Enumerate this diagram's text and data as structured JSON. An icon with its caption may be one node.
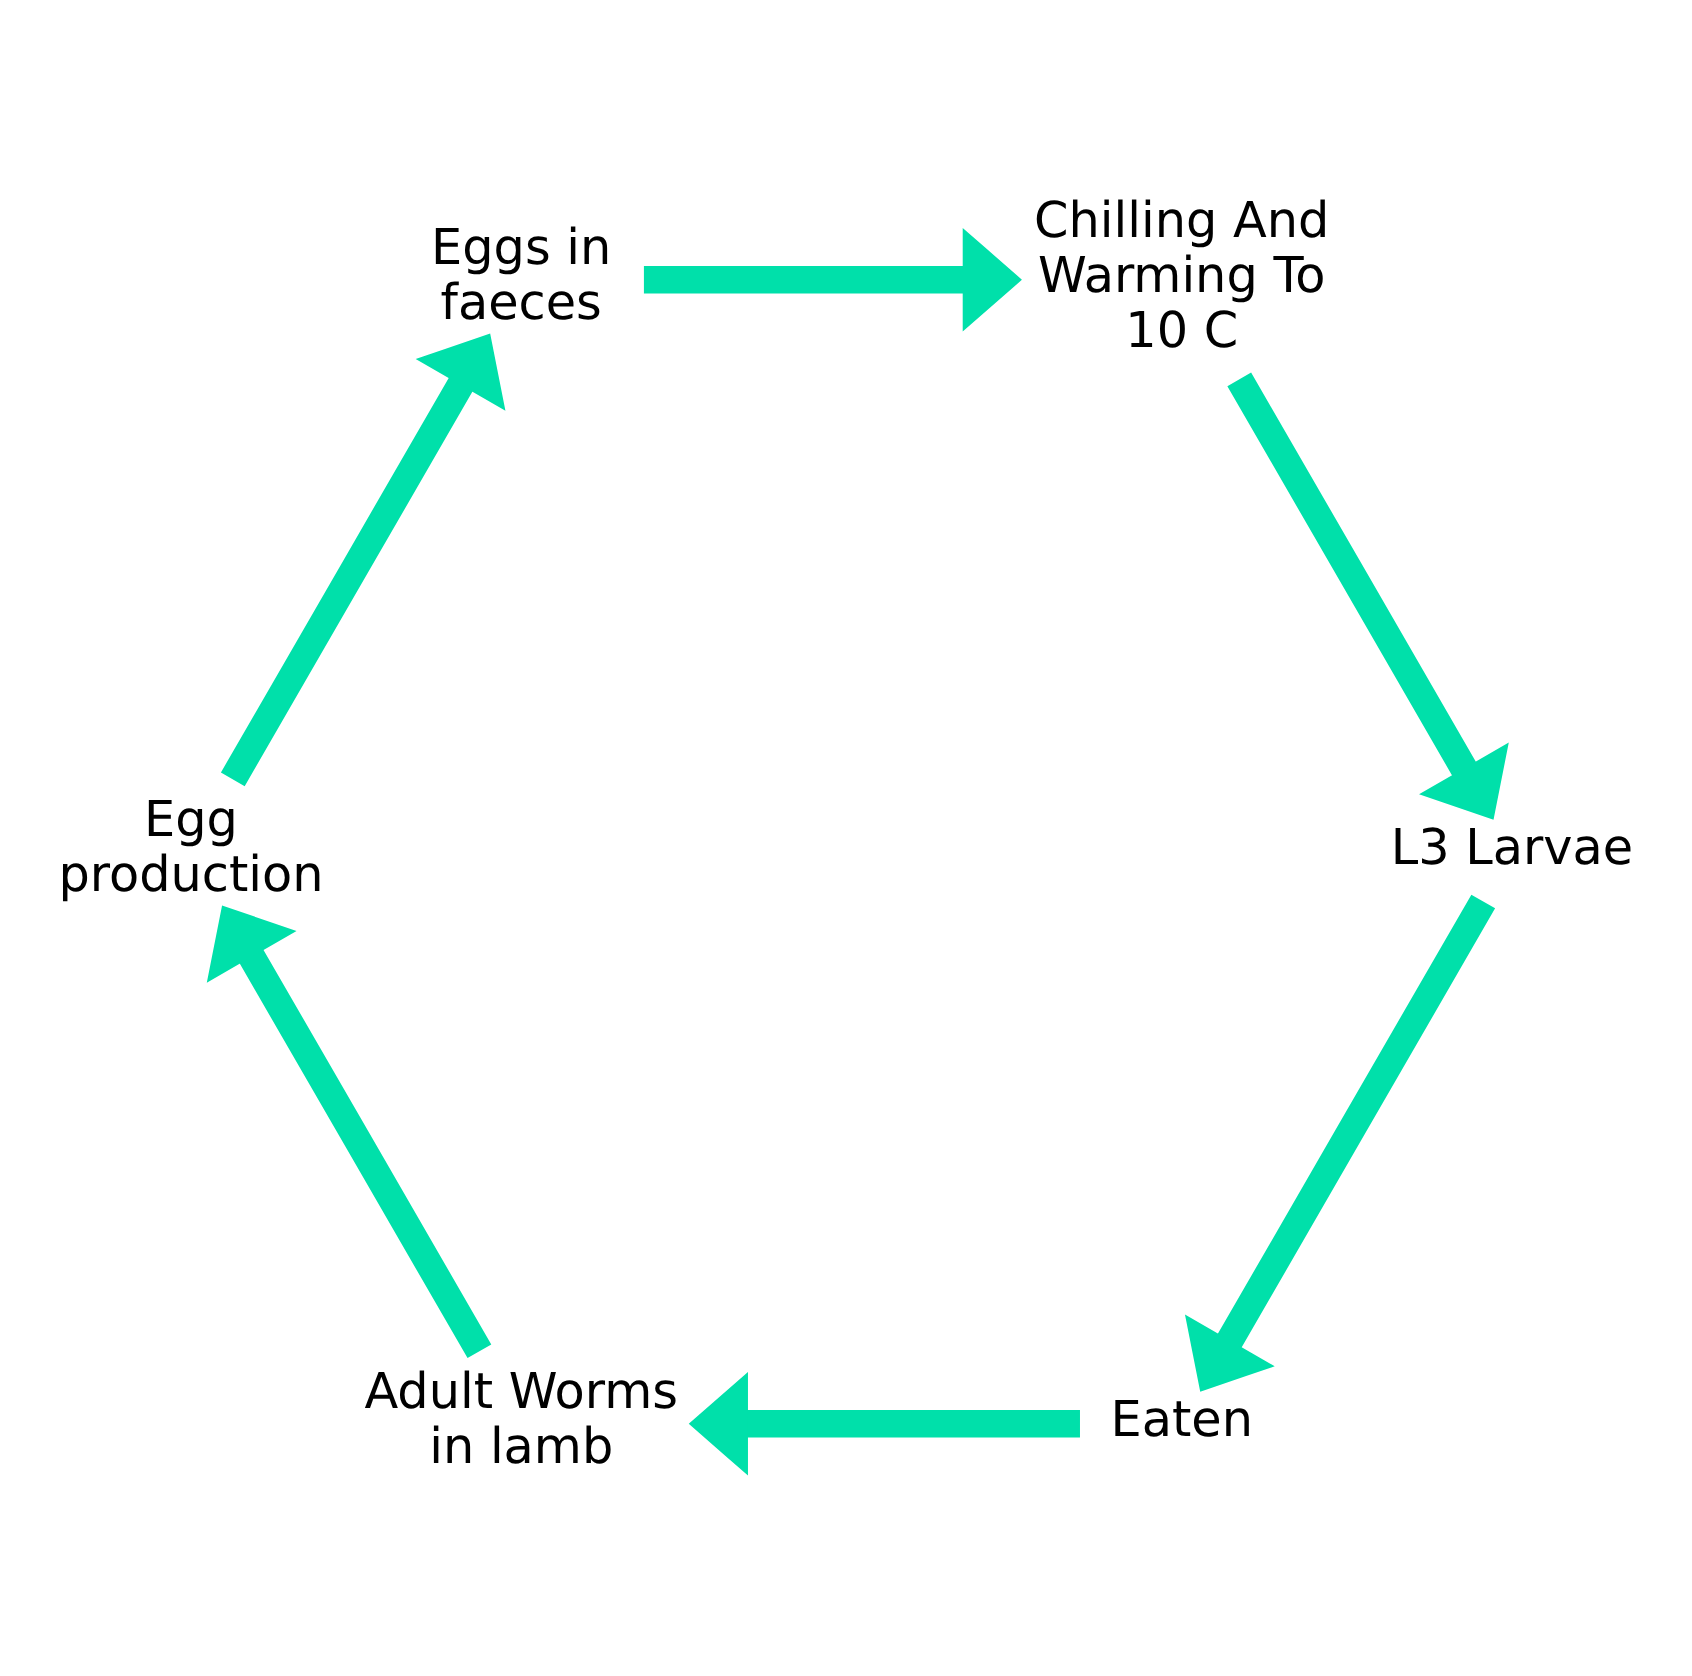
{
  "diagram": {
    "nodes": [
      {
        "text": [
          "Eaten"
        ]
      },
      {
        "text": [
          "Adult Worms in lamb"
        ]
      },
      {
        "text": [
          "Egg production"
        ]
      },
      {
        "text": [
          "Eggs in faeces"
        ]
      },
      {
        "text": [
          "Chilling And Warming To 10 C"
        ]
      },
      {
        "text": [
          "L3 Larvae"
        ]
      }
    ],
    "edges": [
      {
        "from": 0,
        "to": 1,
        "arrow": "to"
      },
      {
        "from": 1,
        "to": 2,
        "arrow": "to"
      },
      {
        "from": 2,
        "to": 3,
        "arrow": "to"
      },
      {
        "from": 3,
        "to": 4,
        "arrow": "to"
      },
      {
        "from": 4,
        "to": 5,
        "arrow": "to"
      },
      {
        "from": 5,
        "to": 0,
        "arrow": "to"
      }
    ]
  }
}
